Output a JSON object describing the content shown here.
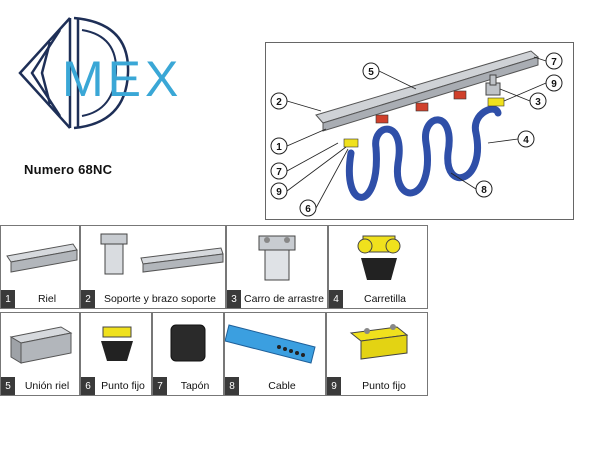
{
  "logo": {
    "text": "MEX"
  },
  "model_label": "Numero 68NC",
  "diagram": {
    "callouts": [
      "1",
      "2",
      "3",
      "4",
      "5",
      "6",
      "7",
      "7",
      "8",
      "9",
      "9"
    ]
  },
  "parts_row1": [
    {
      "num": "1",
      "label": "Riel"
    },
    {
      "num": "2",
      "label": "Soporte y brazo soporte"
    },
    {
      "num": "3",
      "label": "Carro de arrastre"
    },
    {
      "num": "4",
      "label": "Carretilla"
    }
  ],
  "parts_row2": [
    {
      "num": "5",
      "label": "Unión riel"
    },
    {
      "num": "6",
      "label": "Punto fijo"
    },
    {
      "num": "7",
      "label": "Tapón"
    },
    {
      "num": "8",
      "label": "Cable"
    },
    {
      "num": "9",
      "label": "Punto fijo"
    }
  ],
  "colors": {
    "logo_blue": "#3aa7d6",
    "logo_dark": "#1e2f57",
    "cable_blue": "#2f4fa8",
    "yellow": "#f0e11d",
    "red": "#d0402b"
  }
}
